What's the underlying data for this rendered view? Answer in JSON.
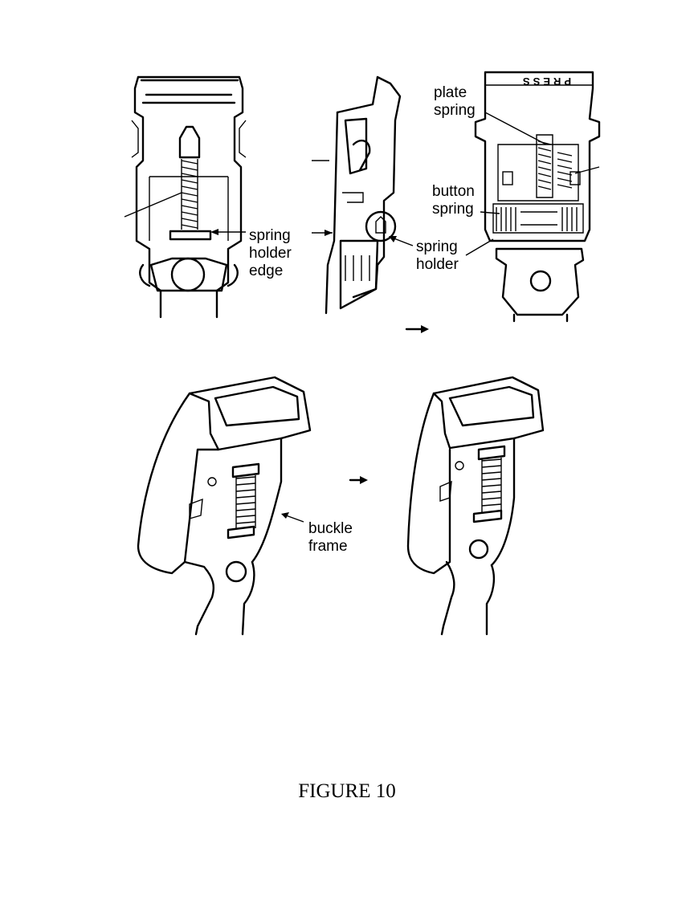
{
  "labels": {
    "plate_spring": "plate\nspring",
    "button_spring": "button\nspring",
    "spring_holder_edge": "spring\nholder\nedge",
    "spring_holder": "spring\nholder",
    "buckle_frame": "buckle\nframe",
    "press": "PRESS"
  },
  "caption": "FIGURE 10",
  "colors": {
    "ink": "#000000",
    "paper": "#ffffff"
  }
}
